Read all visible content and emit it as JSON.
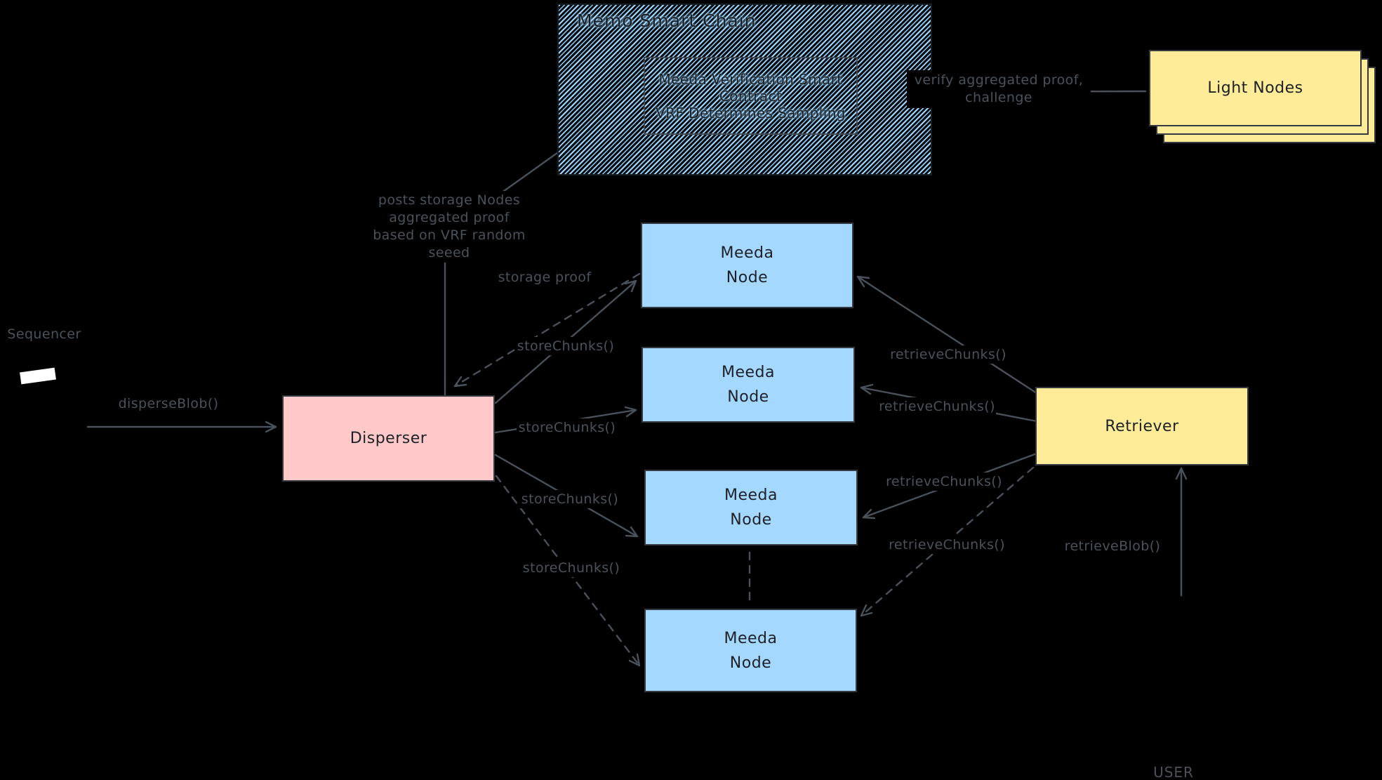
{
  "background": "#000000",
  "colors": {
    "node_blue": "#a5d8ff",
    "disperser_pink": "#ffc9c9",
    "retriever_yellow": "#ffec99",
    "box_stroke": "#343a40",
    "wire_gray": "#49525a",
    "label_gray": "#4a525a"
  },
  "chain": {
    "title": "Memo Smart Chain",
    "contract_line1": "Meeda Verification Smart",
    "contract_line2": "Contract",
    "contract_line3": "VRF Determines Sampling"
  },
  "light_nodes": {
    "label": "Light Nodes"
  },
  "sequencer": {
    "label": "Sequencer"
  },
  "disperser": {
    "label": "Disperser"
  },
  "retriever": {
    "label": "Retriever"
  },
  "meeda_node": {
    "line1": "Meeda",
    "line2": "Node"
  },
  "user": {
    "label": "USER"
  },
  "edges": {
    "disperse": "disperseBlob()",
    "store": "storeChunks()",
    "retrieve": "retrieveChunks()",
    "retrieve_blob": "retrieveBlob()",
    "storage_proof": "storage proof",
    "verify_line1": "verify aggregated proof,",
    "verify_line2": "challenge",
    "posts_line1": "posts storage Nodes",
    "posts_line2": "aggregated proof",
    "posts_line3": "based on VRF random",
    "posts_line4": "seeed"
  }
}
